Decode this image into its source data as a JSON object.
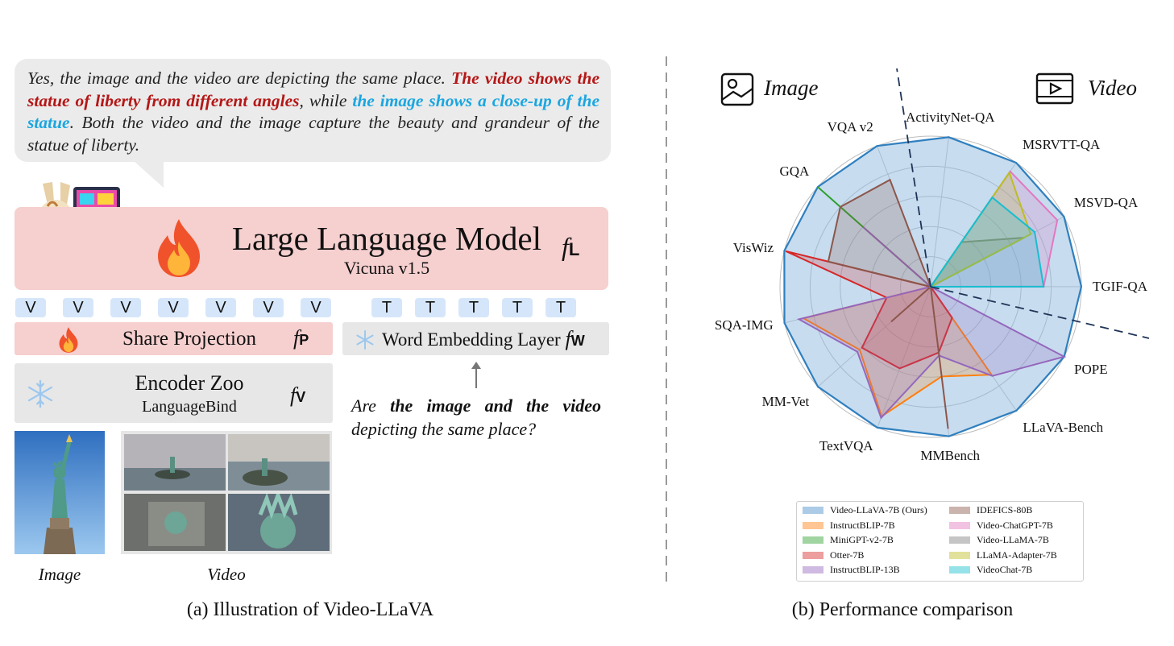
{
  "left_panel": {
    "response_text": {
      "part1": "Yes, the image and the video are depicting the same place. ",
      "part2": "The video shows the statue of liberty from different angles",
      "part3": ", while ",
      "part4": "the image shows a close-up of the statue",
      "part5": ". Both the video and the image capture the beauty and grandeur of the statue of liberty."
    },
    "llm": {
      "title": "Large Language Model",
      "subtitle": "Vicuna v1.5",
      "func": "f",
      "func_sub": "L"
    },
    "visual_tokens": [
      "V",
      "V",
      "V",
      "V",
      "V",
      "V",
      "V"
    ],
    "text_tokens": [
      "T",
      "T",
      "T",
      "T",
      "T"
    ],
    "share_projection": {
      "label": "Share Projection",
      "func": "f",
      "func_sub": "P"
    },
    "encoder_zoo": {
      "label": "Encoder Zoo",
      "sublabel": "LanguageBind",
      "func": "f",
      "func_sub": "V"
    },
    "word_embedding": {
      "label": "Word Embedding Layer ",
      "func": "f",
      "func_sub": "W"
    },
    "question": {
      "p1": "Are ",
      "p2": "the image and the video",
      "p3": " depicting the same place?"
    },
    "image_label": "Image",
    "video_label": "Video",
    "caption": "(a) Illustration of Video-LLaVA"
  },
  "right_panel": {
    "image_header": "Image",
    "video_header": "Video",
    "caption": "(b) Performance comparison",
    "chart_data": {
      "type": "radar",
      "axes": [
        "ActivityNet-QA",
        "MSRVTT-QA",
        "MSVD-QA",
        "TGIF-QA",
        "POPE",
        "LLaVA-Bench",
        "MMBench",
        "TextVQA",
        "MM-Vet",
        "SQA-IMG",
        "VisWiz",
        "GQA",
        "VQA v2"
      ],
      "rmax": 1.0,
      "grid": true,
      "legend_position": "bottom",
      "series": [
        {
          "name": "Video-LLaVA-7B (Ours)",
          "color": "#2f7fbf",
          "fill": "rgba(70,140,200,0.30)",
          "values": [
            1,
            1,
            1,
            1,
            1,
            1,
            1,
            1,
            1,
            1,
            1,
            1,
            1
          ]
        },
        {
          "name": "InstructBLIP-7B",
          "color": "#ff7f0e",
          "fill": "rgba(255,127,14,0.22)",
          "values": [
            0,
            0,
            0,
            0,
            0,
            0.71,
            0.6,
            0.92,
            0.63,
            0.87,
            0,
            0,
            0
          ]
        },
        {
          "name": "MiniGPT-v2-7B",
          "color": "#2ca02c",
          "fill": "rgba(44,160,44,0.22)",
          "values": [
            0,
            0,
            0,
            0,
            0,
            0,
            0,
            0,
            0,
            0,
            0,
            1,
            0
          ]
        },
        {
          "name": "Otter-7B",
          "color": "#d62728",
          "fill": "rgba(214,39,40,0.22)",
          "values": [
            0,
            0,
            0,
            0,
            0,
            0.25,
            0.44,
            0.58,
            0.61,
            0.3,
            0.99,
            0,
            0
          ]
        },
        {
          "name": "InstructBLIP-13B",
          "color": "#9467bd",
          "fill": "rgba(148,103,189,0.22)",
          "values": [
            0,
            0,
            0,
            0,
            1,
            0.72,
            0.46,
            0.93,
            0.65,
            0.9,
            0,
            0.6,
            0
          ]
        },
        {
          "name": "IDEFICS-80B",
          "color": "#8c564b",
          "fill": "rgba(140,86,75,0.22)",
          "values": [
            0,
            0,
            0,
            0,
            0,
            0,
            0.95,
            0,
            0.35,
            0,
            0.7,
            0.8,
            0.76
          ]
        },
        {
          "name": "Video-ChatGPT-7B",
          "color": "#e377c2",
          "fill": "rgba(227,119,194,0.22)",
          "values": [
            0,
            0.93,
            0.95,
            0.75,
            0,
            0,
            0,
            0,
            0,
            0,
            0,
            0,
            0
          ]
        },
        {
          "name": "Video-LLaMA-7B",
          "color": "#7f7f7f",
          "fill": "rgba(127,127,127,0.22)",
          "values": [
            0,
            0.36,
            0.7,
            0,
            0,
            0,
            0,
            0,
            0,
            0,
            0,
            0,
            0
          ]
        },
        {
          "name": "LLaMA-Adapter-7B",
          "color": "#bcbd22",
          "fill": "rgba(188,189,34,0.22)",
          "values": [
            0,
            0.92,
            0.75,
            0,
            0,
            0,
            0,
            0,
            0,
            0,
            0,
            0,
            0
          ]
        },
        {
          "name": "VideoChat-7B",
          "color": "#17becf",
          "fill": "rgba(23,190,207,0.22)",
          "values": [
            0,
            0.72,
            0.78,
            0.75,
            0,
            0,
            0,
            0,
            0,
            0,
            0,
            0,
            0
          ]
        }
      ]
    }
  }
}
